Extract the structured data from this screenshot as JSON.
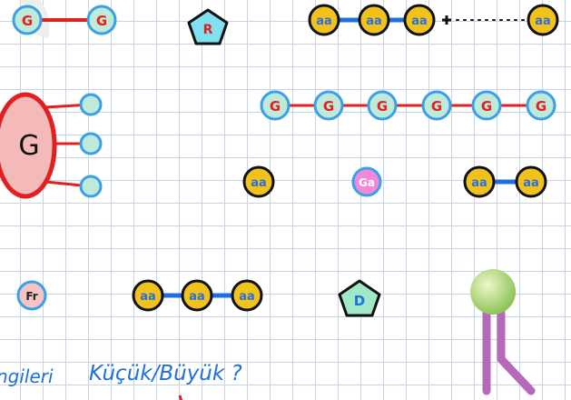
{
  "labels": {
    "g": "G",
    "big_g": "G",
    "aa": "aa",
    "ga": "Ga",
    "fr": "Fr",
    "r": "R",
    "d": "D",
    "caption_left": "ngileri",
    "caption_right": "Küçük/Büyük ?"
  },
  "colors": {
    "g_fill": "#bfead9",
    "ring": "#3aa0e8",
    "link_red": "#e32020",
    "link_blue": "#1f6fe0",
    "aa_fill": "#f2c21c",
    "aa_text": "#2d6fd6",
    "big_g_fill": "#f4b9b9",
    "pink": "#f28ad8",
    "fr_fill": "#f6c4c4",
    "r_fill": "#7fe0ef",
    "d_fill": "#9fe8c8",
    "lipid_head": "#b9e07a",
    "lipid_tail": "#b469b9",
    "caption": "#1f6fe0"
  },
  "icons": {
    "plus": "plus-icon",
    "lipid": "phospholipid-icon"
  }
}
